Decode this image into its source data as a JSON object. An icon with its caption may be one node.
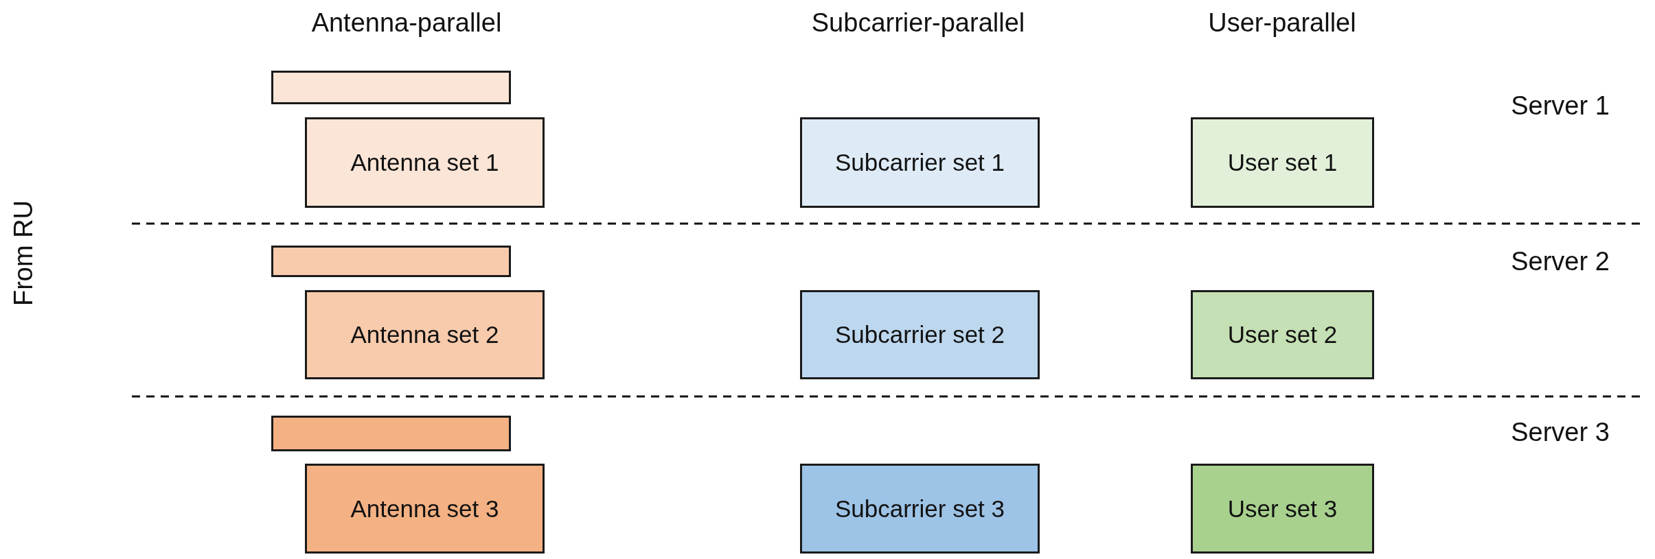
{
  "diagram": {
    "nodes": [
      {
        "text": [],
        "shape": "box"
      },
      {
        "text": [
          "Antenna set 1"
        ]
      },
      {
        "text": [
          "Subcarrier set 1"
        ]
      },
      {
        "text": [
          "User set 1"
        ]
      },
      {
        "text": [],
        "shape": "box"
      },
      {
        "text": [
          "Antenna set 2"
        ]
      },
      {
        "text": [
          "Subcarrier set 2"
        ]
      },
      {
        "text": [
          "User set 2"
        ]
      },
      {
        "text": [],
        "shape": "box"
      },
      {
        "text": [
          "Antenna set 3"
        ]
      },
      {
        "text": [
          "Subcarrier set 3"
        ]
      },
      {
        "text": [
          "User set 3"
        ]
      }
    ],
    "labels": [
      "Antenna-parallel",
      "Subcarrier-parallel",
      "User-parallel",
      "Server 1",
      "From RU",
      "Server 2",
      "Server 3"
    ]
  }
}
